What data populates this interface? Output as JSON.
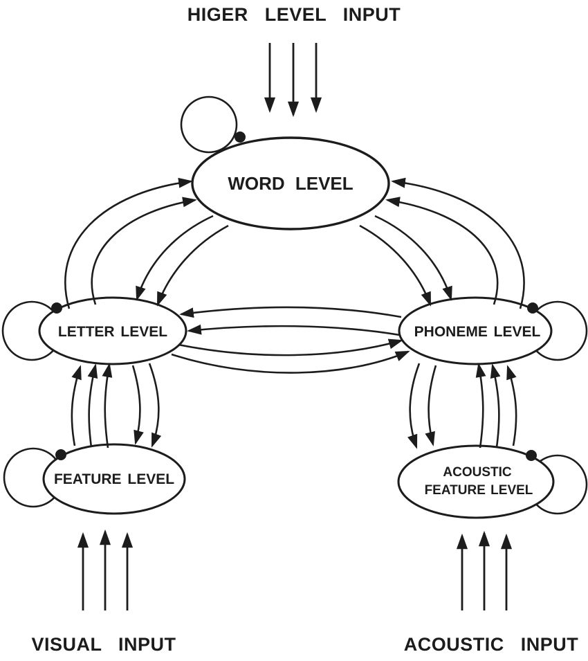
{
  "diagram": {
    "background": "#ffffff",
    "line_color": "#1c1c1c",
    "labels": {
      "top": "HIGER LEVEL INPUT",
      "bottom_left": "VISUAL INPUT",
      "bottom_right": "ACOUSTIC INPUT"
    },
    "nodes": {
      "word": {
        "label": "WORD LEVEL"
      },
      "letter": {
        "label": "LETTER LEVEL"
      },
      "phoneme": {
        "label": "PHONEME LEVEL"
      },
      "feature": {
        "label": "FEATURE LEVEL"
      },
      "acoustic_feature": {
        "line1": "ACOUSTIC",
        "line2": "FEATURE LEVEL"
      }
    }
  }
}
